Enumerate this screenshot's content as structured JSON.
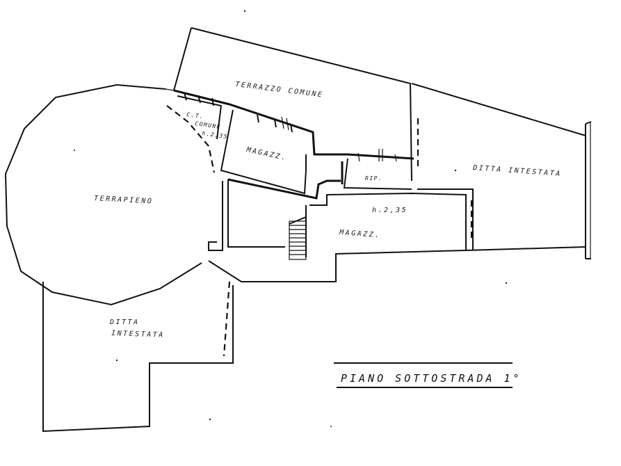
{
  "plan": {
    "title": "PIANO SOTTOSTRADA 1°",
    "rooms": {
      "terrazzo": "TERRAZZO COMUNE",
      "ct_line1": "C.T.",
      "ct_line2": "COMUNE",
      "ct_line3": "h.2,35",
      "magazzino_upper": "MAGAZZ.",
      "rip": "RIP.",
      "ditta_right": "DITTA INTESTATA",
      "terrapieno": "TERRAPIENO",
      "height": "h.2,35",
      "magazzino_lower": "MAGAZZ.",
      "ditta_left_line1": "DITTA",
      "ditta_left_line2": "INTESTATA"
    }
  }
}
